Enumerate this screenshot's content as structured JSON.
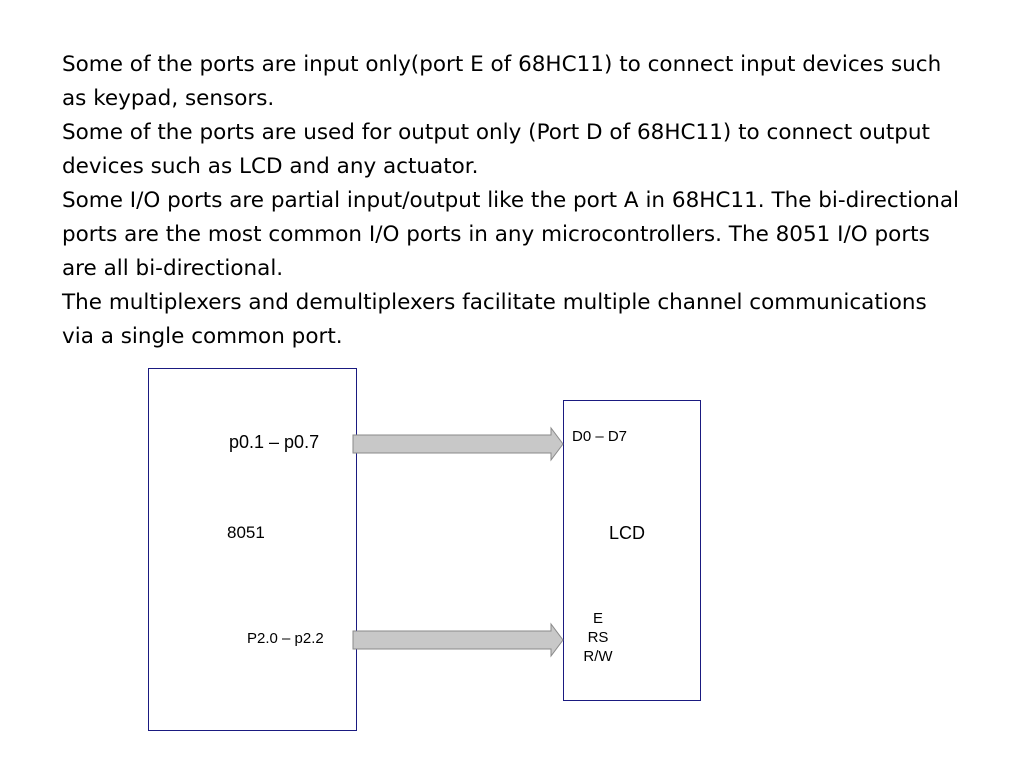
{
  "paragraphs": [
    "Some of the ports are input only(port E of 68HC11) to connect input devices such as keypad, sensors.",
    "Some of the ports are used for output only (Port D of 68HC11) to connect output devices such as LCD and any actuator.",
    "Some I/O ports are partial input/output like the port A in 68HC11. The bi-directional ports are the most common I/O ports in any microcontrollers. The 8051 I/O ports are all bi-directional.",
    "The multiplexers and demultiplexers facilitate multiple channel communications via a single common port."
  ],
  "diagram": {
    "mcu_label": "8051",
    "mcu_port_data": "p0.1 – p0.7",
    "mcu_port_ctrl": "P2.0 – p2.2",
    "lcd_label": "LCD",
    "lcd_data_pins": "D0 – D7",
    "lcd_ctrl_pins": [
      "E",
      "RS",
      "R/W"
    ],
    "arrow_fill": "#c8c8c8",
    "arrow_stroke": "#8a8a8a",
    "box_border": "#1a1a80"
  }
}
